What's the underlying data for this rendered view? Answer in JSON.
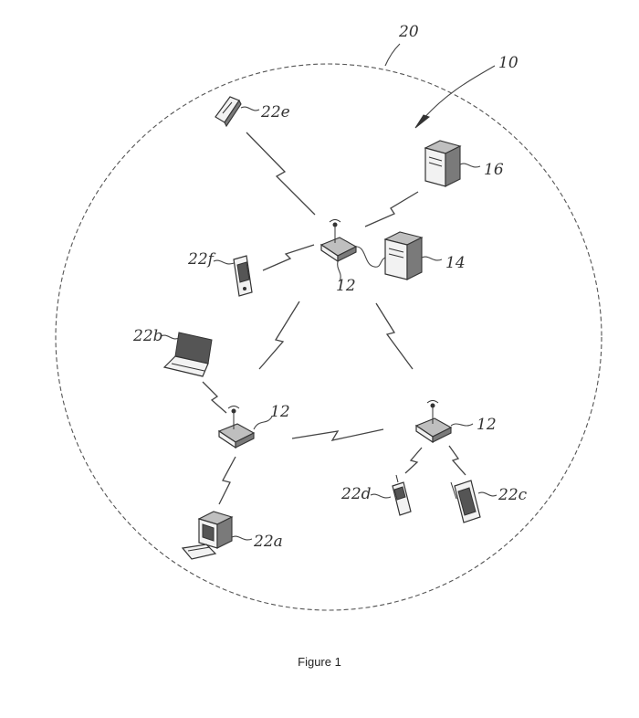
{
  "diagram": {
    "caption": "Figure 1",
    "labels": {
      "coverage_area": "20",
      "system": "10",
      "base_station": "12",
      "base_station_left": "12",
      "base_station_right": "12",
      "server_main": "14",
      "server_remote": "16",
      "device_a": "22a",
      "device_b": "22b",
      "device_c": "22c",
      "device_d": "22d",
      "device_e": "22e",
      "device_f": "22f"
    },
    "colors": {
      "line": "#444444",
      "device_fill": "#f2f2f2",
      "device_shade": "#bfbfbf"
    }
  }
}
